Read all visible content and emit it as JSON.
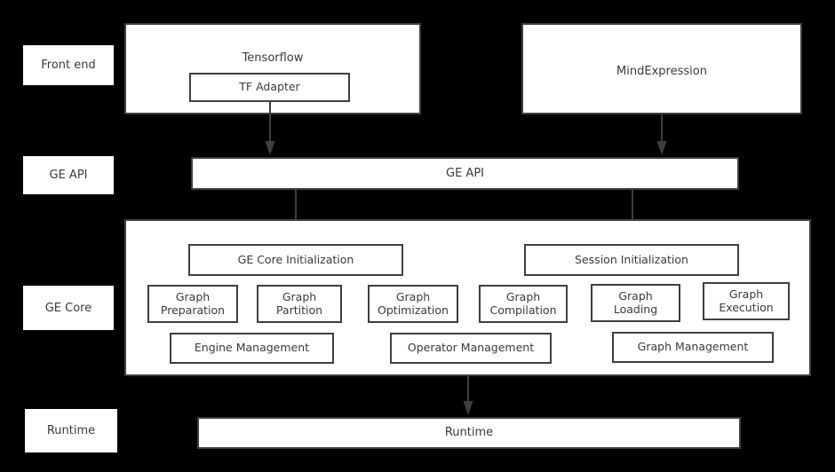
{
  "diagram": {
    "title": "GE (Graph Engine) software stack architecture",
    "background_color": "#000000",
    "box_fill": "#ffffff",
    "box_stroke": "#3f3f3f",
    "text_color": "#3a3a3a"
  },
  "tiers": [
    {
      "label": "Front end"
    },
    {
      "label": "GE API"
    },
    {
      "label": "GE Core"
    },
    {
      "label": "Runtime"
    }
  ],
  "frontend": {
    "tensorflow": {
      "title": "Tensorflow",
      "child": "TF Adapter"
    },
    "mindexpression": {
      "title": "MindExpression"
    }
  },
  "ge_api": {
    "label": "GE API"
  },
  "ge_core": {
    "init_blocks": [
      {
        "label": "GE Core Initialization"
      },
      {
        "label": "Session Initialization"
      }
    ],
    "modules": [
      {
        "label": "Graph\nPreparation",
        "line1": "Graph",
        "line2": "Preparation"
      },
      {
        "label": "Graph\nPartition",
        "line1": "Graph",
        "line2": "Partition"
      },
      {
        "label": "Graph\nOptimization",
        "line1": "Graph",
        "line2": "Optimization"
      },
      {
        "label": "Graph\nCompilation",
        "line1": "Graph",
        "line2": "Compilation"
      },
      {
        "label": "Graph\nLoading",
        "line1": "Graph",
        "line2": "Loading"
      },
      {
        "label": "Graph\nExecution",
        "line1": "Graph",
        "line2": "Execution"
      }
    ],
    "managers": [
      {
        "label": "Engine Management"
      },
      {
        "label": "Operator Management"
      },
      {
        "label": "Graph Management"
      }
    ]
  },
  "runtime": {
    "label": "Runtime"
  },
  "connectors": [
    {
      "name": "tf-adapter-to-ge-api",
      "from": "TF Adapter",
      "to": "GE API"
    },
    {
      "name": "mindexpression-to-ge-api",
      "from": "MindExpression",
      "to": "GE API"
    },
    {
      "name": "ge-api-to-ge-core-initialization",
      "from": "GE API",
      "to": "GE Core Initialization"
    },
    {
      "name": "ge-api-to-session-initialization",
      "from": "GE API",
      "to": "Session Initialization"
    },
    {
      "name": "ge-core-to-runtime",
      "from": "GE Core",
      "to": "Runtime"
    }
  ]
}
